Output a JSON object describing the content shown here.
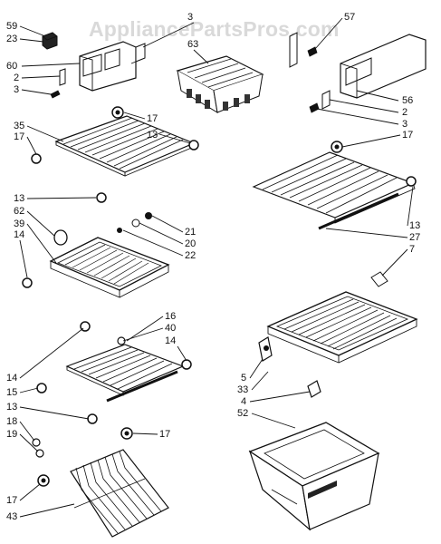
{
  "watermark": "AppliancePartsPros.com",
  "labels": {
    "l59": "59",
    "l23": "23",
    "l60": "60",
    "l2a": "2",
    "l3a": "3",
    "l3top": "3",
    "l63": "63",
    "l57": "57",
    "l56": "56",
    "l2b": "2",
    "l3b": "3",
    "l35": "35",
    "l17a": "17",
    "l17b": "17",
    "l13a": "13",
    "l17c": "17",
    "l13b": "13",
    "l62": "62",
    "l39": "39",
    "l14a": "14",
    "l21": "21",
    "l20": "20",
    "l22": "22",
    "l13c": "13",
    "l27": "27",
    "l7": "7",
    "l16": "16",
    "l40": "40",
    "l14b": "14",
    "l14c": "14",
    "l15": "15",
    "l13d": "13",
    "l18": "18",
    "l19": "19",
    "l17d": "17",
    "l5": "5",
    "l33": "33",
    "l4": "4",
    "l52": "52",
    "l17e": "17",
    "l43": "43"
  }
}
